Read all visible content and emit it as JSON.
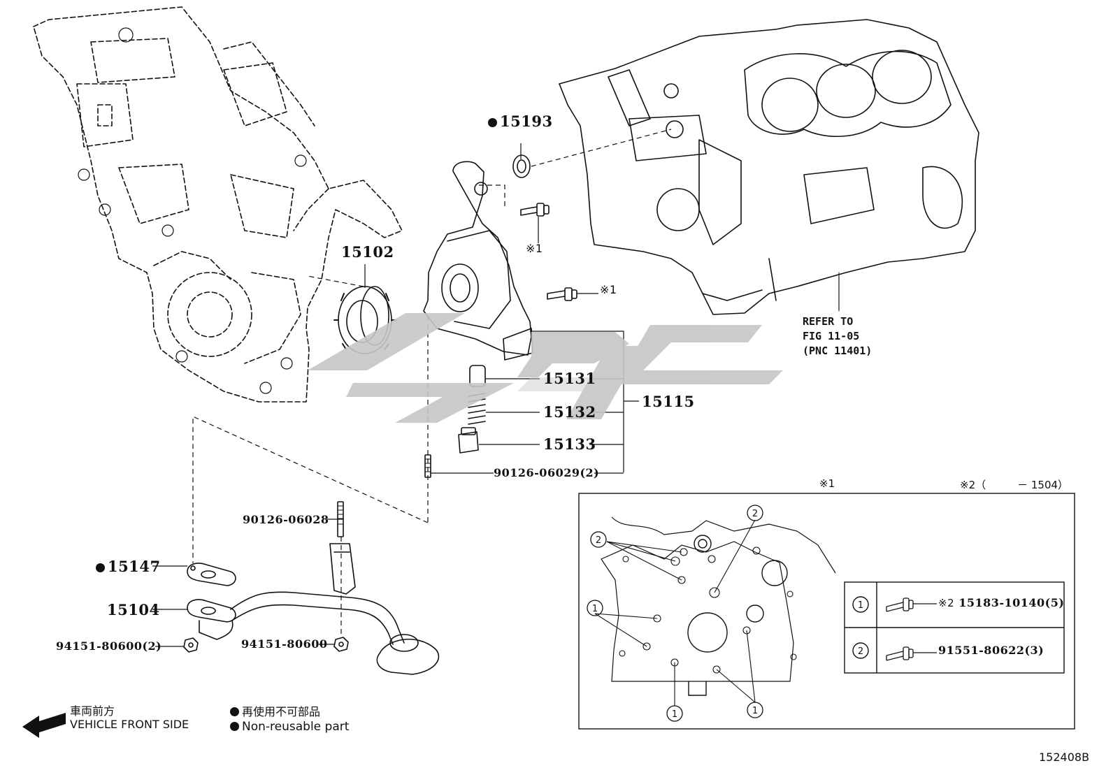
{
  "labels": {
    "p15193": "15193",
    "p15102": "15102",
    "p15131": "15131",
    "p15132": "15132",
    "p15133": "15133",
    "p15115": "15115",
    "p90126_06029": "90126-06029(2)",
    "p90126_06028": "90126-06028",
    "p15147": "15147",
    "p15104": "15104",
    "p94151_80600_2": "94151-80600(2)",
    "p94151_80600": "94151-80600",
    "note1_a": "※1",
    "note1_b": "※1"
  },
  "refer_note": {
    "line1": "REFER TO",
    "line2": "FIG 11-05",
    "line3": "(PNC 11401)"
  },
  "inset": {
    "header_note1": "※1",
    "header_note2": "※2（　　　－ 1504）",
    "callout1": "1",
    "callout2": "2",
    "table": [
      {
        "key": "1",
        "note": "※2",
        "part": "15183-10140(5)"
      },
      {
        "key": "2",
        "note": "",
        "part": "91551-80622(3)"
      }
    ]
  },
  "legend": {
    "front_jp": "車両前方",
    "front_en": "VEHICLE FRONT SIDE",
    "nonreuse_jp": "再使用不可部品",
    "nonreuse_en": "Non-reusable part"
  },
  "figure_id": "152408B",
  "colors": {
    "line": "#111111",
    "watermark": "#c8c8c8",
    "background": "#ffffff"
  }
}
